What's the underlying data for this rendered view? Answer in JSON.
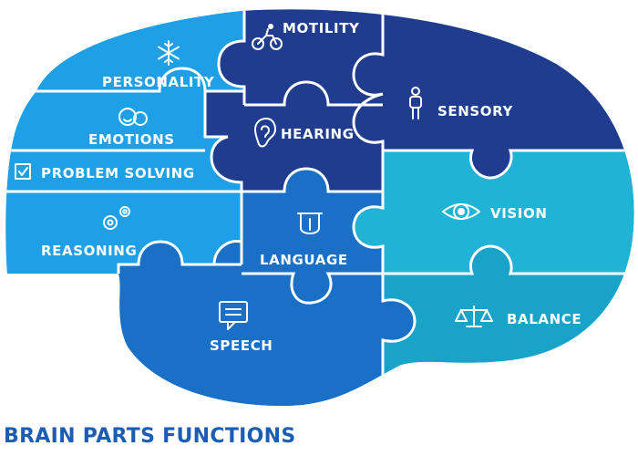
{
  "title": "BRAIN PARTS FUNCTIONS",
  "colors": {
    "light_blue": "#1e9fe6",
    "mid_blue": "#1a6fc6",
    "navy": "#1f3c8e",
    "teal": "#21b3d6",
    "teal_dark": "#1aa3c9",
    "title": "#1b5db5"
  },
  "pieces": [
    {
      "id": "personality",
      "label": "PERSONALITY",
      "icon": "snowflake-icon"
    },
    {
      "id": "motility",
      "label": "MOTILITY",
      "icon": "cyclist-icon"
    },
    {
      "id": "sensory",
      "label": "SENSORY",
      "icon": "person-icon"
    },
    {
      "id": "emotions",
      "label": "EMOTIONS",
      "icon": "faces-icon"
    },
    {
      "id": "hearing",
      "label": "HEARING",
      "icon": "ear-icon"
    },
    {
      "id": "problem_solving",
      "label": "PROBLEM SOLVING",
      "icon": "checkbox-icon"
    },
    {
      "id": "vision",
      "label": "VISION",
      "icon": "eye-icon"
    },
    {
      "id": "reasoning",
      "label": "REASONING",
      "icon": "gears-icon"
    },
    {
      "id": "language",
      "label": "LANGUAGE",
      "icon": "tongue-icon"
    },
    {
      "id": "speech",
      "label": "SPEECH",
      "icon": "speech-bubble-icon"
    },
    {
      "id": "balance",
      "label": "BALANCE",
      "icon": "scales-icon"
    }
  ]
}
